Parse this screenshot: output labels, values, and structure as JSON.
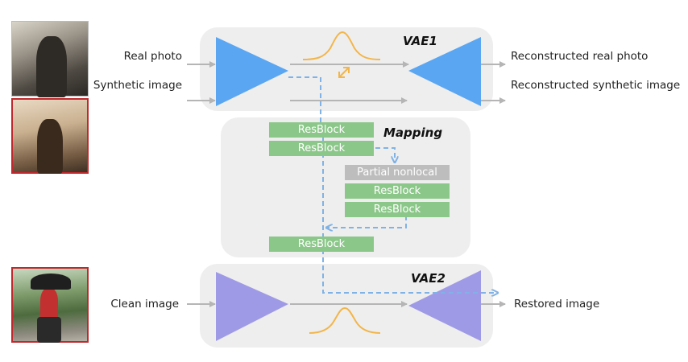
{
  "labels": {
    "real_photo": "Real photo",
    "synthetic_image": "Synthetic image",
    "clean_image": "Clean image",
    "reconstructed_real": "Reconstructed real photo",
    "reconstructed_synthetic": "Reconstructed synthetic image",
    "restored_image": "Restored image"
  },
  "modules": {
    "vae1_title": "VAE1",
    "mapping_title": "Mapping",
    "vae2_title": "VAE2",
    "blocks": [
      "ResBlock",
      "ResBlock",
      "Partial nonlocal",
      "ResBlock",
      "ResBlock",
      "ResBlock"
    ]
  },
  "colors": {
    "vae1_encoder": "#5aa6f2",
    "vae2_encoder": "#9f9ae6",
    "resblock": "#8cc78a",
    "partial_nonlocal": "#bdbdbd",
    "latent_curve": "#f2b54a",
    "dashed_arrow": "#7fb2e6",
    "photo_border": "#c0282d"
  }
}
